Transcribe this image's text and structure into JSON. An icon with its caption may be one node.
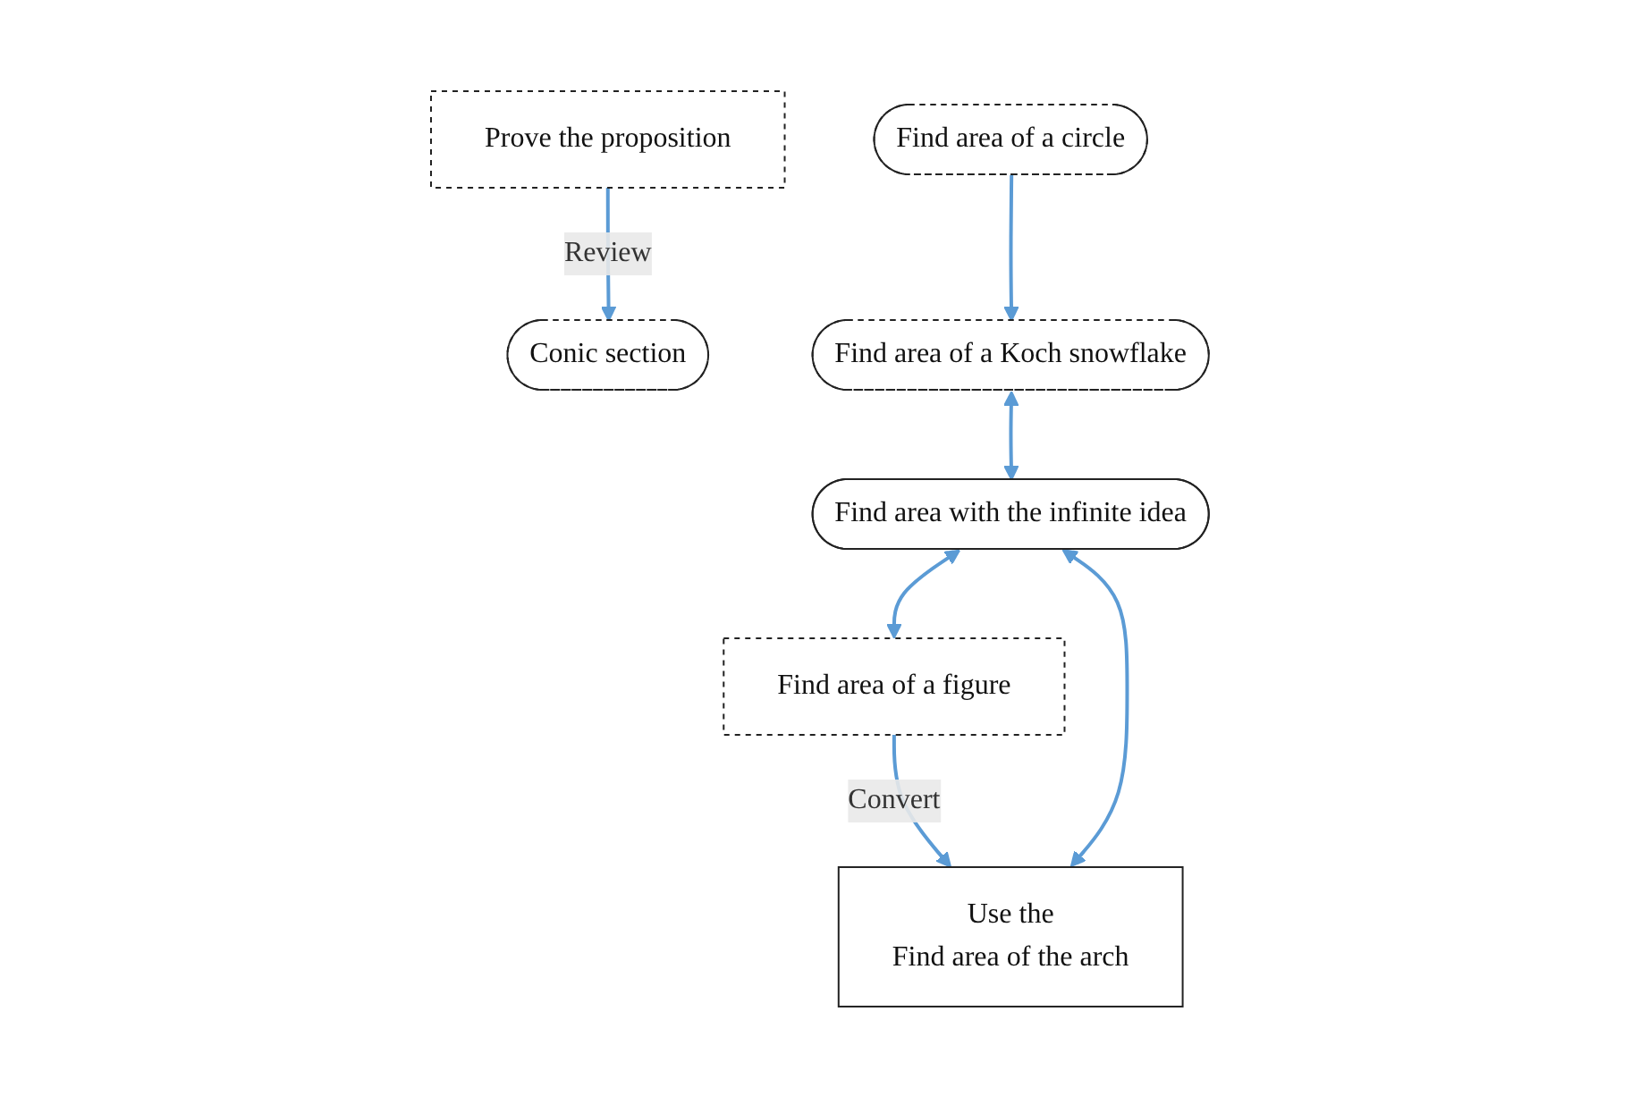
{
  "diagram": {
    "nodes": [
      {
        "text": [
          "Conic section"
        ]
      },
      {
        "text": [
          "Find area of a circle"
        ]
      },
      {
        "text": [
          "Prove the proposition"
        ]
      },
      {
        "text": [
          "Use the",
          "Find area of the arch"
        ]
      },
      {
        "text": [
          "Find area of a Koch snowflake"
        ]
      },
      {
        "text": [
          "Find area of a figure"
        ]
      },
      {
        "text": [
          "Find area with the infinite idea"
        ]
      }
    ],
    "edges": [
      {
        "from": 2,
        "to": 0,
        "arrow": "to",
        "label": "Review"
      },
      {
        "from": 1,
        "to": 4,
        "arrow": "to"
      },
      {
        "from": 4,
        "to": 6,
        "arrow": "both"
      },
      {
        "from": 3,
        "to": 6,
        "arrow": "both"
      },
      {
        "from": 5,
        "to": 3,
        "arrow": "to",
        "label": "Convert"
      },
      {
        "from": 6,
        "to": 5,
        "arrow": "both"
      }
    ]
  }
}
